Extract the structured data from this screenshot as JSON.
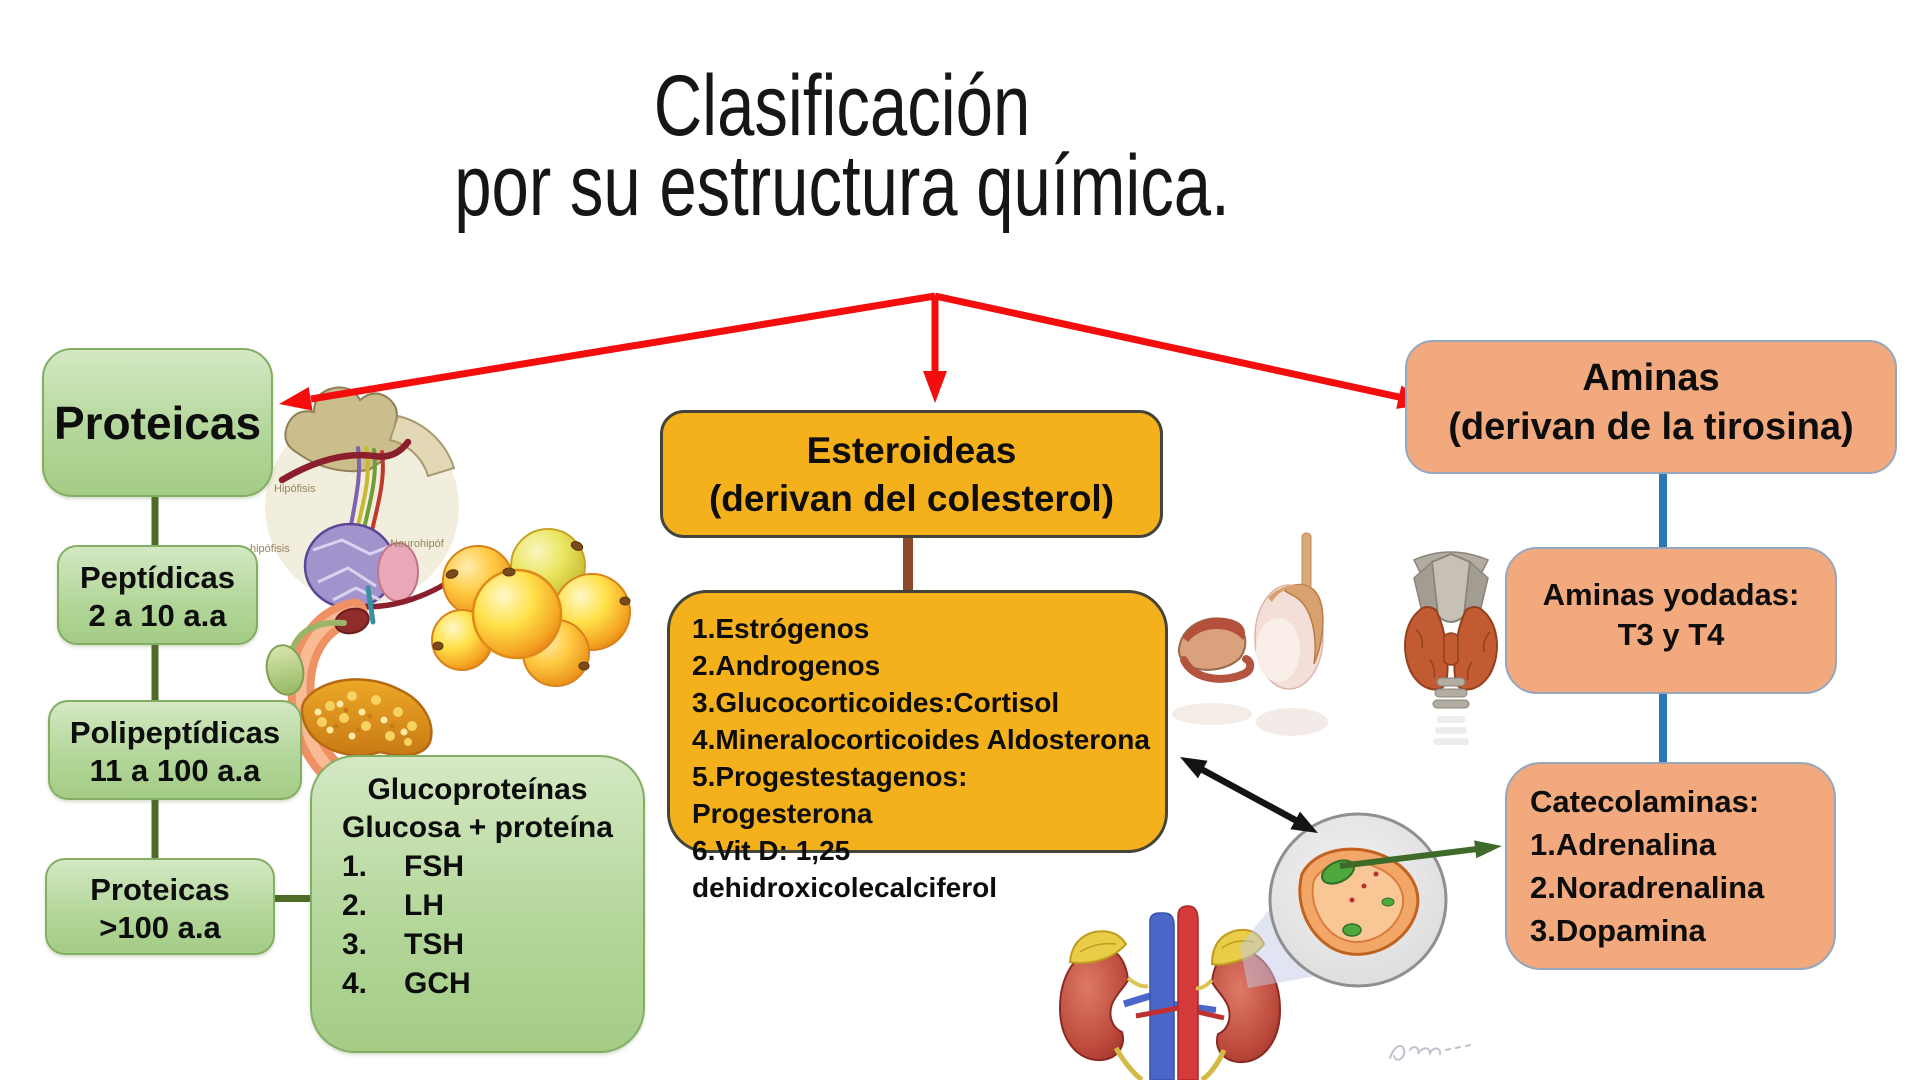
{
  "title": {
    "line1": "Clasificación",
    "line2": "por su estructura química."
  },
  "proteicas": {
    "header": "Proteicas",
    "peptidicas": {
      "line1": "Peptídicas",
      "line2": "2 a 10 a.a"
    },
    "polipeptidicas": {
      "line1": "Polipeptídicas",
      "line2": "11 a 100 a.a"
    },
    "proteicas_100": {
      "line1": "Proteicas",
      "line2": ">100 a.a"
    },
    "glucoproteinas": {
      "title": "Glucoproteínas",
      "subtitle": "Glucosa + proteína",
      "items": [
        {
          "num": "1.",
          "label": "FSH"
        },
        {
          "num": "2.",
          "label": "LH"
        },
        {
          "num": "3.",
          "label": "TSH"
        },
        {
          "num": "4.",
          "label": "GCH"
        }
      ]
    }
  },
  "esteroideas": {
    "header_line1": "Esteroideas",
    "header_line2": "(derivan del colesterol)",
    "items": [
      "1.Estrógenos",
      "2.Androgenos",
      "3.Glucocorticoides:Cortisol",
      "4.Mineralocorticoides Aldosterona",
      "5.Progestestagenos: Progesterona",
      "6.Vit D: 1,25 dehidroxicolecalciferol"
    ]
  },
  "aminas": {
    "header_line1": "Aminas",
    "header_line2": "(derivan de la tirosina)",
    "yodadas": {
      "line1": "Aminas yodadas:",
      "line2": "T3 y T4"
    },
    "catecolaminas": {
      "title": "Catecolaminas:",
      "items": [
        "1.Adrenalina",
        "2.Noradrenalina",
        "3.Dopamina"
      ]
    }
  },
  "pituitary_labels": {
    "left_top": "Hipófisis",
    "left_bottom": "hipófisis",
    "right": "Neurohipóf"
  },
  "colors": {
    "green_box_fill": "#b4d79b",
    "green_box_border": "#85ae65",
    "green_connector": "#4e6b28",
    "yellow_box_fill": "#f5b11c",
    "yellow_box_border": "#44453a",
    "brown_connector": "#8b4a2b",
    "salmon_box_fill": "#f2a97d",
    "salmon_box_border": "#95a7bf",
    "blue_connector": "#2e75b6",
    "red_arrow": "#f30d0d",
    "black_arrow": "#141414",
    "green_arrow": "#3f6b2a"
  }
}
